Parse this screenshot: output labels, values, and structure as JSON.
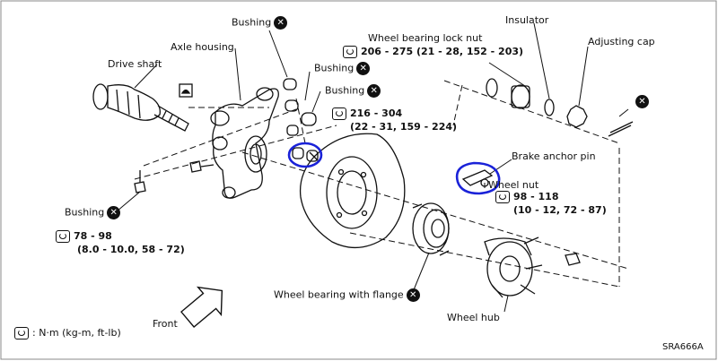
{
  "labels": {
    "bushing_top": "Bushing",
    "axle_housing": "Axle housing",
    "drive_shaft": "Drive shaft",
    "bushing_mid1": "Bushing",
    "bushing_mid2": "Bushing",
    "bushing_left": "Bushing",
    "wheel_bearing_lock_nut": "Wheel bearing lock nut",
    "insulator": "Insulator",
    "adjusting_cap": "Adjusting cap",
    "brake_anchor_pin": "Brake anchor pin",
    "wheel_nut": "Wheel nut",
    "wheel_bearing_with_flange": "Wheel bearing with flange",
    "wheel_hub": "Wheel hub",
    "front": "Front",
    "legend": ": N·m (kg-m, ft-lb)",
    "figure_code": "SRA666A"
  },
  "torques": {
    "lock_nut_line1": "206 - 275 (21 - 28, 152 - 203)",
    "anchor_line1": "216 - 304",
    "anchor_line2": "(22 - 31, 159 - 224)",
    "wheel_nut_line1": "98 - 118",
    "wheel_nut_line2": "(10 - 12, 72 - 87)",
    "bushing_line1": "78 - 98",
    "bushing_line2": "(8.0 - 10.0, 58 - 72)"
  },
  "symbols": {
    "x_mark": "✕"
  },
  "colors": {
    "ink": "#111111",
    "highlight": "#1a22d8",
    "background": "#ffffff"
  },
  "icons": [
    "wrench-torque-icon",
    "do-not-reuse-icon",
    "front-arrow-icon",
    "grease-icon"
  ]
}
